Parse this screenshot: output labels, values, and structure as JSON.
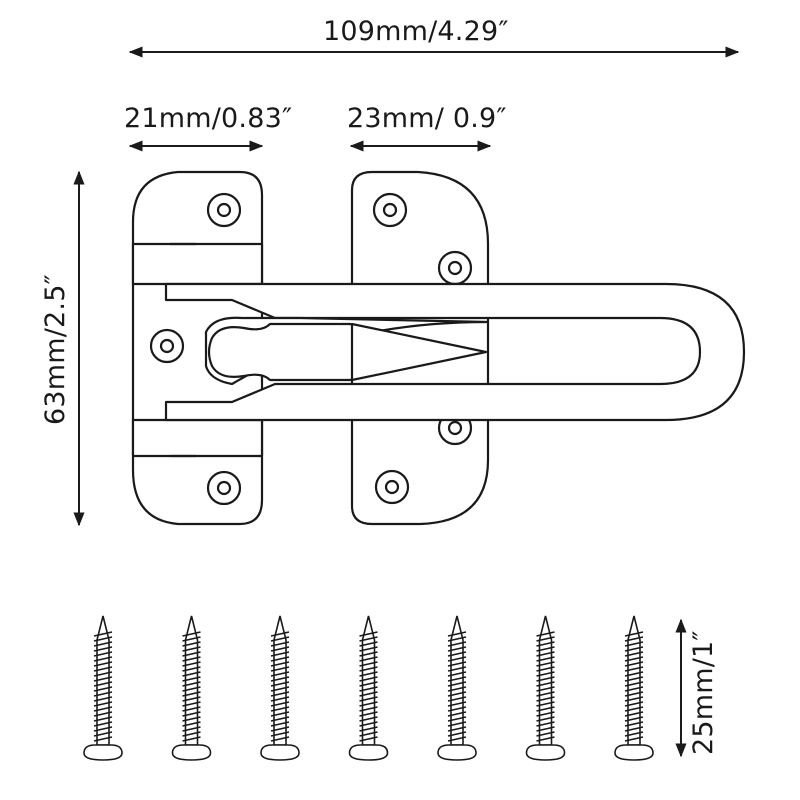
{
  "dimensions": {
    "overall_width": "109mm/4.29″",
    "left_plate_width": "21mm/0.83″",
    "right_plate_width": "23mm/ 0.9″",
    "overall_height": "63mm/2.5″",
    "screw_length": "25mm/1″"
  },
  "colors": {
    "line": "#1a1a1a",
    "fill": "#ffffff"
  },
  "screws": {
    "count": 7
  }
}
